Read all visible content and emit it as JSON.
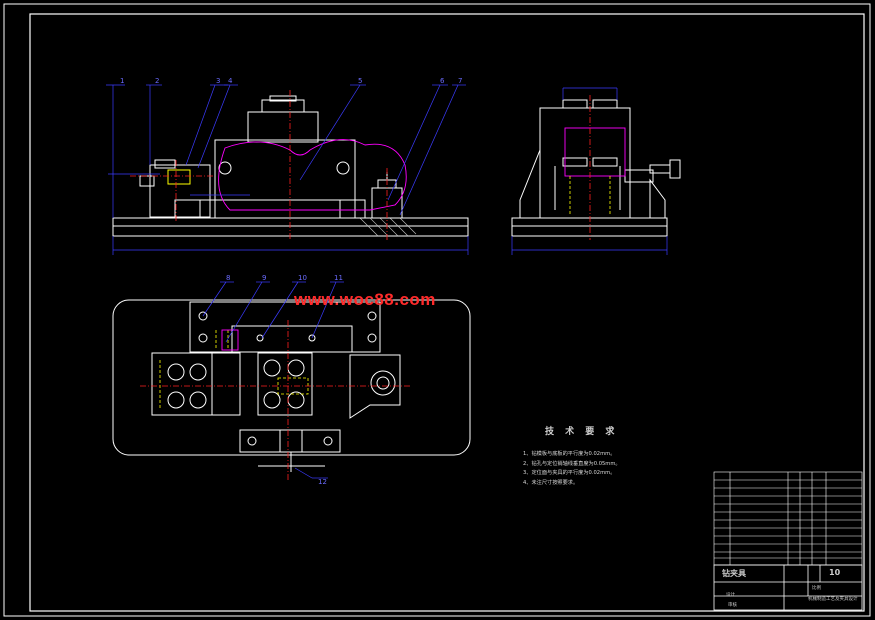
{
  "watermark": "www.woc88.com",
  "balloons": [
    "1",
    "2",
    "3",
    "4",
    "5",
    "6",
    "7",
    "8",
    "9",
    "10",
    "11",
    "12"
  ],
  "tech_requirements": {
    "title": "技 术 要 求",
    "items": [
      "1、钻模板与底板的平行度为0.02mm。",
      "2、钻孔与定位销轴线垂直度为0.05mm。",
      "3、定位面与夹具的平行度为0.02mm。",
      "4、未注尺寸按照要求。"
    ]
  },
  "title_block": {
    "drawing_name": "钻夹具",
    "drawing_no": "10",
    "scale_label": "比例",
    "designer_label": "设计",
    "checker_label": "审核",
    "school": "机械制造工艺及夹具设计"
  },
  "colors": {
    "outline": "#ffffff",
    "dimension": "#3b3bff",
    "hidden": "#ffff00",
    "section": "#ff00ff",
    "center": "#ff2020",
    "hatch": "#c0c0c0"
  }
}
